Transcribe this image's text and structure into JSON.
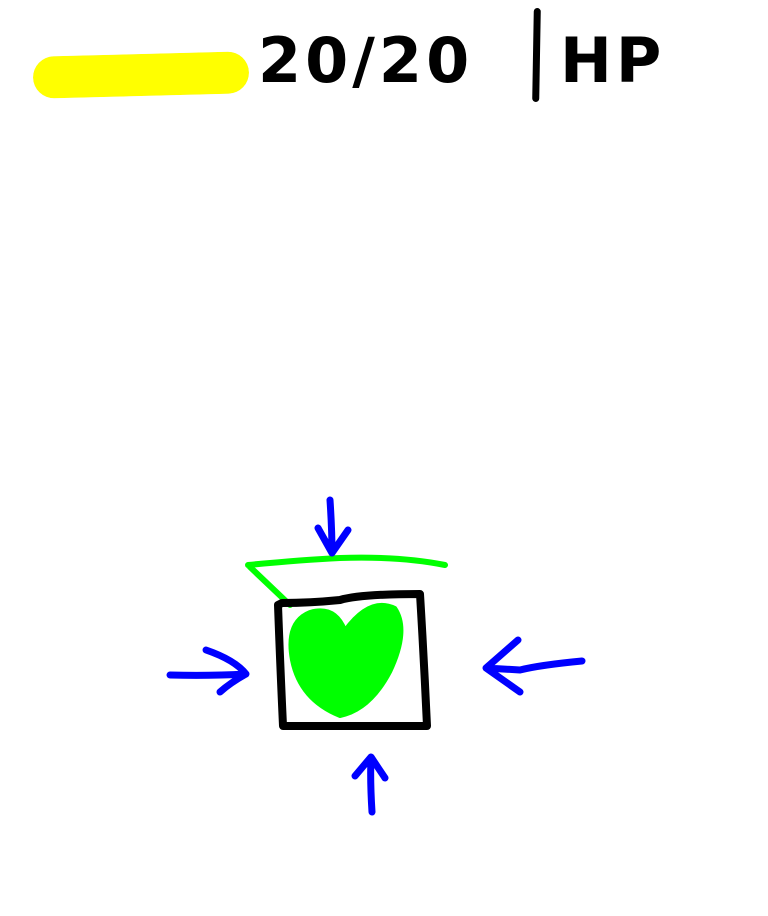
{
  "hud": {
    "hp_current": "20",
    "hp_max": "20",
    "hp_value_text": "20/20",
    "divider": "|",
    "hp_label": "HP",
    "hp_fraction": 1.0
  },
  "colors": {
    "hp_bar": "#ffff00",
    "soul": "#00ff00",
    "platform": "#00ff00",
    "box": "#000000",
    "arrows": "#0000ff"
  },
  "icons": {
    "soul": "heart-icon",
    "attack": "arrow-icon"
  }
}
